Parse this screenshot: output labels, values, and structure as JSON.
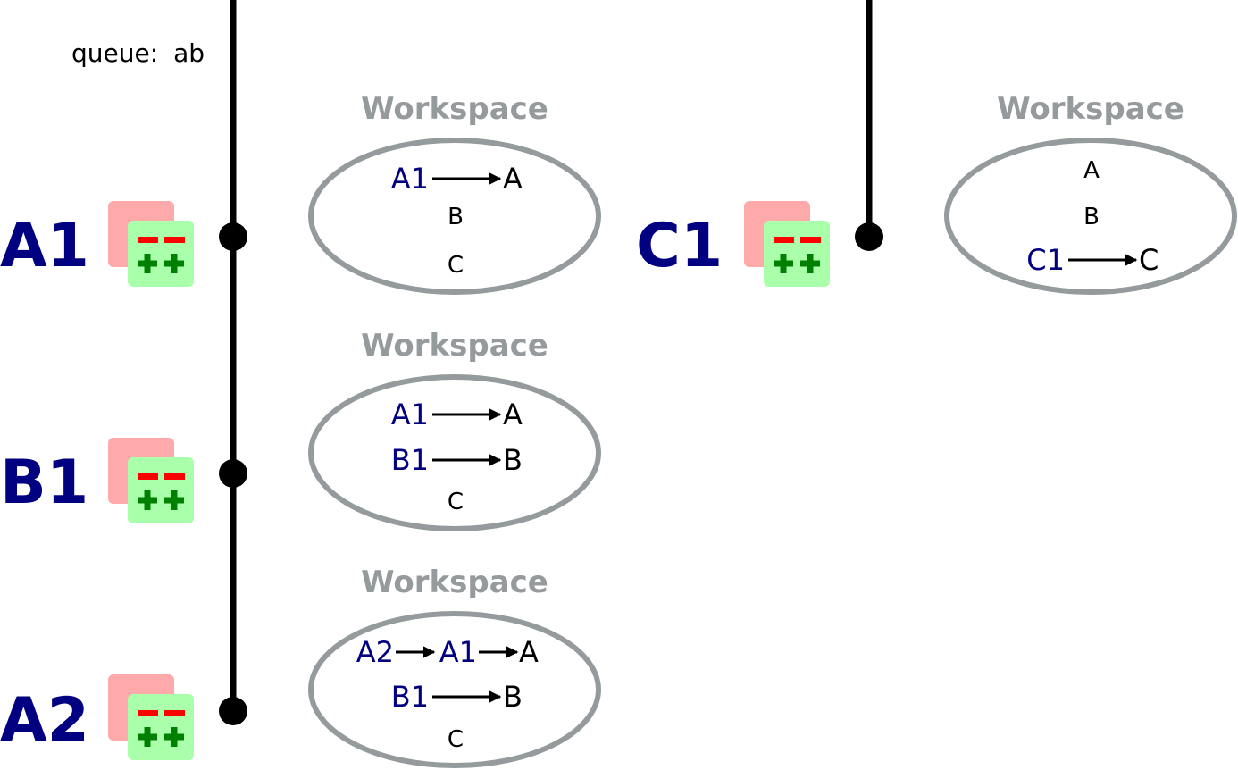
{
  "queue_label": "queue:",
  "queue_value": "ab",
  "workspace_title": "Workspace",
  "colors": {
    "change_name": "#000080",
    "timeline": "#000000",
    "ellipse_stroke": "#959a9c",
    "icon_back": "#ffaaaa",
    "icon_front": "#aaffaa",
    "minus": "#ff0000",
    "plus": "#008000"
  },
  "commits": [
    {
      "label": "A1",
      "workspace": {
        "rows": [
          {
            "chain": [
              "A1"
            ],
            "target": "A"
          },
          {
            "chain": [],
            "target": "B"
          },
          {
            "chain": [],
            "target": "C"
          }
        ]
      }
    },
    {
      "label": "B1",
      "workspace": {
        "rows": [
          {
            "chain": [
              "A1"
            ],
            "target": "A"
          },
          {
            "chain": [
              "B1"
            ],
            "target": "B"
          },
          {
            "chain": [],
            "target": "C"
          }
        ]
      }
    },
    {
      "label": "A2",
      "workspace": {
        "rows": [
          {
            "chain": [
              "A2",
              "A1"
            ],
            "target": "A"
          },
          {
            "chain": [
              "B1"
            ],
            "target": "B"
          },
          {
            "chain": [],
            "target": "C"
          }
        ]
      }
    },
    {
      "label": "C1",
      "workspace": {
        "rows": [
          {
            "chain": [],
            "target": "A"
          },
          {
            "chain": [],
            "target": "B"
          },
          {
            "chain": [
              "C1"
            ],
            "target": "C"
          }
        ]
      }
    }
  ]
}
